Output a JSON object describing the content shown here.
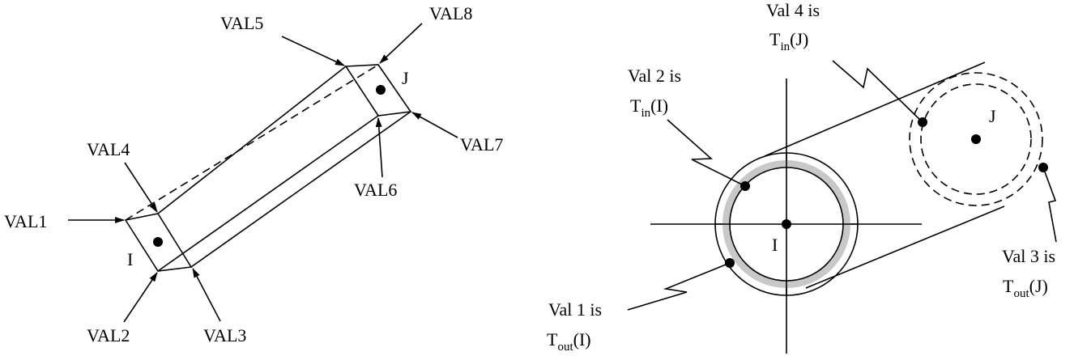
{
  "left_diagram": {
    "node_i": "I",
    "node_j": "J",
    "val1": "VAL1",
    "val2": "VAL2",
    "val3": "VAL3",
    "val4": "VAL4",
    "val5": "VAL5",
    "val6": "VAL6",
    "val7": "VAL7",
    "val8": "VAL8"
  },
  "right_diagram": {
    "node_i": "I",
    "node_j": "J",
    "val1": {
      "line1": "Val 1 is",
      "base": "T",
      "sub": "out",
      "arg": "(I)"
    },
    "val2": {
      "line1": "Val 2 is",
      "base": "T",
      "sub": "in",
      "arg": "(I)"
    },
    "val3": {
      "line1": "Val 3 is",
      "base": "T",
      "sub": "out",
      "arg": "(J)"
    },
    "val4": {
      "line1": "Val 4 is",
      "base": "T",
      "sub": "in",
      "arg": "(J)"
    }
  },
  "colors": {
    "ink": "#000000",
    "ring_fill": "#c8c8c8",
    "background": "#ffffff"
  }
}
